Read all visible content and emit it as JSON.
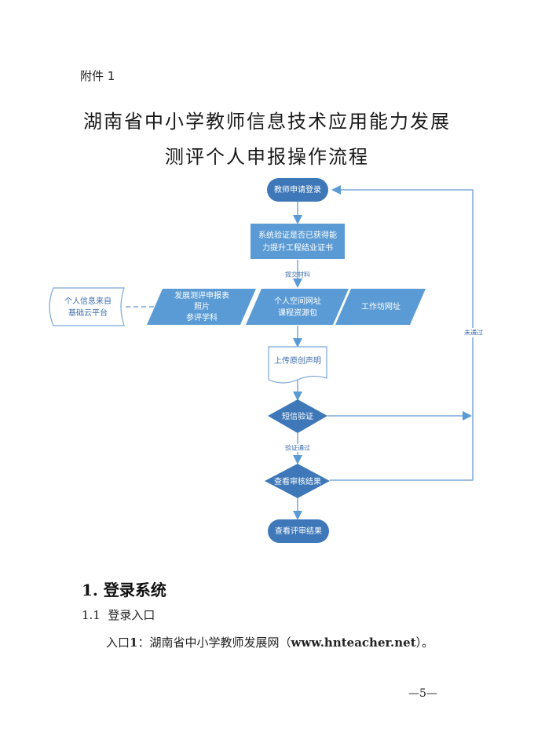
{
  "document": {
    "annex_label": "附件 1",
    "title_line1": "湖南省中小学教师信息技术应用能力发展",
    "title_line2": "测评个人申报操作流程"
  },
  "flowchart": {
    "colors": {
      "node_fill": "#5b9bd5",
      "node_dark": "#3f78b8",
      "line": "#7aa7d8",
      "text": "#ffffff"
    },
    "nodes": {
      "start": "教师申请登录",
      "verify_cert": [
        "系统验证是否已获得能",
        "力提升工程结业证书"
      ],
      "materials_a": [
        "发展测评申报表",
        "照片",
        "参评学科"
      ],
      "materials_b": [
        "个人空间网址",
        "课程资源包"
      ],
      "materials_c": "工作坊网址",
      "external_info": [
        "个人信息来自",
        "基础云平台"
      ],
      "originality": "上传原创声明",
      "sms_verify": "短信验证",
      "check_review": "查看审核结果",
      "view_result": "查看评审结果"
    },
    "edge_labels": {
      "submit_materials": "提交材料",
      "verify_passed": "验证通过",
      "not_passed": "未通过"
    }
  },
  "section": {
    "heading": "1. 登录系统",
    "subheading_num": "1.1",
    "subheading_text": "登录入口",
    "entry_prefix": "入口",
    "entry_num": "1",
    "entry_text": "：湖南省中小学教师发展网（",
    "entry_url": "www.hnteacher.net",
    "entry_suffix": "）。"
  },
  "footer": {
    "page_number": "—5—"
  }
}
